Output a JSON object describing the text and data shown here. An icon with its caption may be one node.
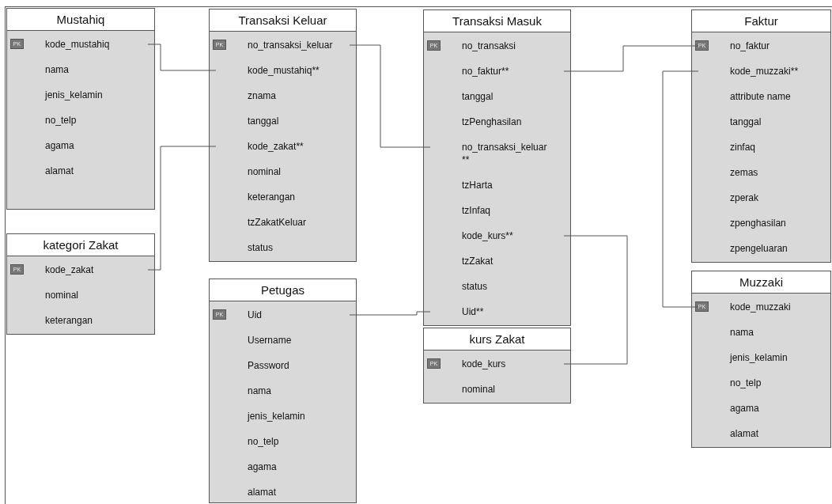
{
  "diagram": {
    "nodes": [
      {
        "text": [
          "Mustahiq"
        ]
      },
      {
        "text": [
          "PK",
          "kode_mustahiq"
        ],
        "in": 0
      },
      {
        "text": [
          "nama"
        ],
        "in": 0
      },
      {
        "text": [
          "jenis_kelamin"
        ],
        "in": 0
      },
      {
        "text": [
          "no_telp"
        ],
        "in": 0
      },
      {
        "text": [
          "agama"
        ],
        "in": 0
      },
      {
        "text": [
          "alamat"
        ],
        "in": 0
      },
      {
        "text": [
          "kategori Zakat"
        ]
      },
      {
        "text": [
          "PK",
          "kode_zakat"
        ],
        "in": 7
      },
      {
        "text": [
          "nominal"
        ],
        "in": 7
      },
      {
        "text": [
          "keterangan"
        ],
        "in": 7
      },
      {
        "text": [
          "Transaksi Keluar"
        ]
      },
      {
        "text": [
          "PK",
          "no_transaksi_keluar"
        ],
        "in": 11
      },
      {
        "text": [
          "kode_mustahiq**"
        ],
        "in": 11
      },
      {
        "text": [
          "znama"
        ],
        "in": 11
      },
      {
        "text": [
          "tanggal"
        ],
        "in": 11
      },
      {
        "text": [
          "kode_zakat**"
        ],
        "in": 11
      },
      {
        "text": [
          "nominal"
        ],
        "in": 11
      },
      {
        "text": [
          "keterangan"
        ],
        "in": 11
      },
      {
        "text": [
          "tzZakatKeluar"
        ],
        "in": 11
      },
      {
        "text": [
          "status"
        ],
        "in": 11
      },
      {
        "text": [
          "Petugas"
        ]
      },
      {
        "text": [
          "PK",
          "Uid"
        ],
        "in": 21
      },
      {
        "text": [
          "Username"
        ],
        "in": 21
      },
      {
        "text": [
          "Password"
        ],
        "in": 21
      },
      {
        "text": [
          "nama"
        ],
        "in": 21
      },
      {
        "text": [
          "jenis_kelamin"
        ],
        "in": 21
      },
      {
        "text": [
          "no_telp"
        ],
        "in": 21
      },
      {
        "text": [
          "agama"
        ],
        "in": 21
      },
      {
        "text": [
          "alamat"
        ],
        "in": 21
      },
      {
        "text": [
          "Transaksi Masuk"
        ]
      },
      {
        "text": [
          "PK",
          "no_transaksi"
        ],
        "in": 30
      },
      {
        "text": [
          "no_faktur**"
        ],
        "in": 30
      },
      {
        "text": [
          "tanggal"
        ],
        "in": 30
      },
      {
        "text": [
          "tzPenghasilan"
        ],
        "in": 30
      },
      {
        "text": [
          "no_transaksi_keluar **"
        ],
        "in": 30
      },
      {
        "text": [
          "tzHarta"
        ],
        "in": 30
      },
      {
        "text": [
          "tzInfaq"
        ],
        "in": 30
      },
      {
        "text": [
          "kode_kurs**"
        ],
        "in": 30
      },
      {
        "text": [
          "tzZakat"
        ],
        "in": 30
      },
      {
        "text": [
          "status"
        ],
        "in": 30
      },
      {
        "text": [
          "Uid**"
        ],
        "in": 30
      },
      {
        "text": [
          "kurs Zakat"
        ]
      },
      {
        "text": [
          "PK",
          "kode_kurs"
        ],
        "in": 42
      },
      {
        "text": [
          "nominal"
        ],
        "in": 42
      },
      {
        "text": [
          "Faktur"
        ]
      },
      {
        "text": [
          "PK",
          "no_faktur"
        ],
        "in": 45
      },
      {
        "text": [
          "kode_muzzaki**"
        ],
        "in": 45
      },
      {
        "text": [
          "attribute name"
        ],
        "in": 45
      },
      {
        "text": [
          "tanggal"
        ],
        "in": 45
      },
      {
        "text": [
          "zinfaq"
        ],
        "in": 45
      },
      {
        "text": [
          "zemas"
        ],
        "in": 45
      },
      {
        "text": [
          "zperak"
        ],
        "in": 45
      },
      {
        "text": [
          "zpenghasilan"
        ],
        "in": 45
      },
      {
        "text": [
          "zpengeluaran"
        ],
        "in": 45
      },
      {
        "text": [
          "Muzzaki"
        ]
      },
      {
        "text": [
          "PK",
          "kode_muzzaki"
        ],
        "in": 55
      },
      {
        "text": [
          "nama"
        ],
        "in": 55
      },
      {
        "text": [
          "jenis_kelamin"
        ],
        "in": 55
      },
      {
        "text": [
          "no_telp"
        ],
        "in": 55
      },
      {
        "text": [
          "agama"
        ],
        "in": 55
      },
      {
        "text": [
          "alamat"
        ],
        "in": 55
      }
    ],
    "edges": [
      {
        "from": 1,
        "to": 13,
        "arrow": "none"
      },
      {
        "from": 8,
        "to": 16,
        "arrow": "none"
      },
      {
        "from": 12,
        "to": 35,
        "arrow": "none"
      },
      {
        "from": 46,
        "to": 32,
        "arrow": "none"
      },
      {
        "from": 56,
        "to": 47,
        "arrow": "none"
      },
      {
        "from": 43,
        "to": 38,
        "arrow": "none"
      },
      {
        "from": 22,
        "to": 41,
        "arrow": "none"
      }
    ]
  }
}
